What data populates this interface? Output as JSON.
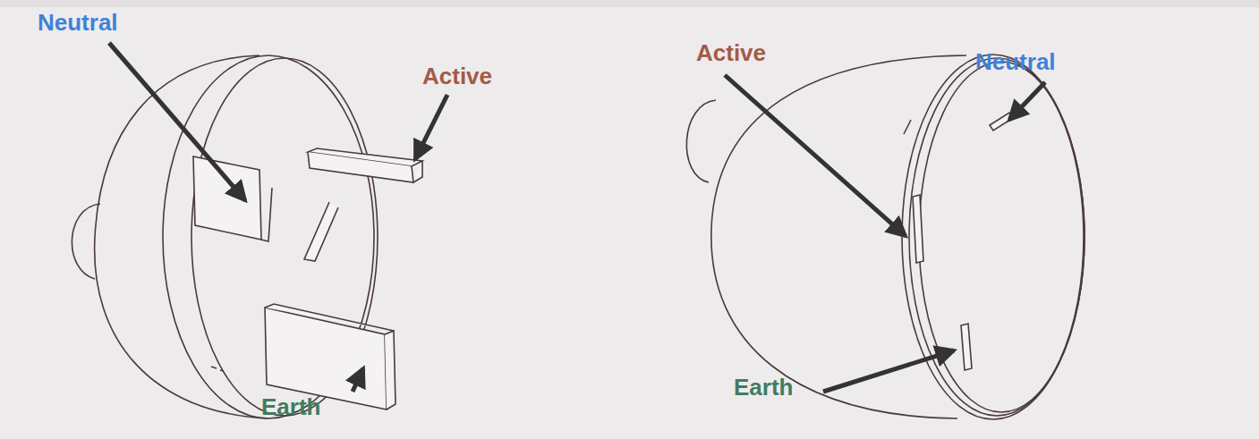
{
  "diagram": {
    "labels": [
      "Neutral",
      "Active",
      "Earth",
      "Active",
      "Neutral",
      "Earth"
    ]
  }
}
